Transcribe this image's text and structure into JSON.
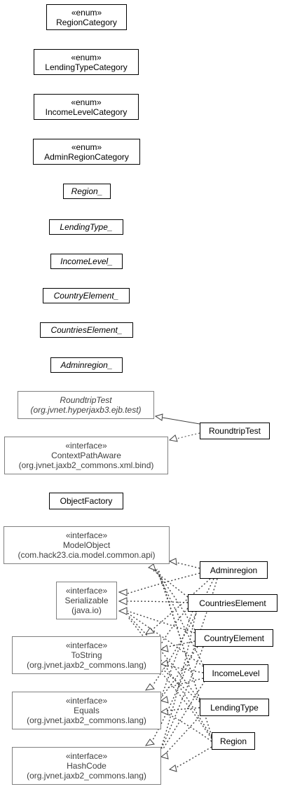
{
  "nodes": {
    "region_category": {
      "lines": [
        "«enum»",
        "RegionCategory"
      ]
    },
    "lending_type_category": {
      "lines": [
        "«enum»",
        "LendingTypeCategory"
      ]
    },
    "income_level_category": {
      "lines": [
        "«enum»",
        "IncomeLevelCategory"
      ]
    },
    "admin_region_category": {
      "lines": [
        "«enum»",
        "AdminRegionCategory"
      ]
    },
    "region_meta": {
      "lines": [
        "Region_"
      ]
    },
    "lending_type_meta": {
      "lines": [
        "LendingType_"
      ]
    },
    "income_level_meta": {
      "lines": [
        "IncomeLevel_"
      ]
    },
    "country_element_meta": {
      "lines": [
        "CountryElement_"
      ]
    },
    "countries_element_meta": {
      "lines": [
        "CountriesElement_"
      ]
    },
    "adminregion_meta": {
      "lines": [
        "Adminregion_"
      ]
    },
    "roundtrip_test_base": {
      "lines": [
        "RoundtripTest",
        "(org.jvnet.hyperjaxb3.ejb.test)"
      ]
    },
    "context_path_aware": {
      "lines": [
        "«interface»",
        "ContextPathAware",
        "(org.jvnet.jaxb2_commons.xml.bind)"
      ]
    },
    "roundtrip_test": {
      "lines": [
        "RoundtripTest"
      ]
    },
    "object_factory": {
      "lines": [
        "ObjectFactory"
      ]
    },
    "model_object": {
      "lines": [
        "«interface»",
        "ModelObject",
        "(com.hack23.cia.model.common.api)"
      ]
    },
    "serializable": {
      "lines": [
        "«interface»",
        "Serializable",
        "(java.io)"
      ]
    },
    "to_string": {
      "lines": [
        "«interface»",
        "ToString",
        "(org.jvnet.jaxb2_commons.lang)"
      ]
    },
    "equals": {
      "lines": [
        "«interface»",
        "Equals",
        "(org.jvnet.jaxb2_commons.lang)"
      ]
    },
    "hash_code": {
      "lines": [
        "«interface»",
        "HashCode",
        "(org.jvnet.jaxb2_commons.lang)"
      ]
    },
    "adminregion": {
      "lines": [
        "Adminregion"
      ]
    },
    "countries_element": {
      "lines": [
        "CountriesElement"
      ]
    },
    "country_element": {
      "lines": [
        "CountryElement"
      ]
    },
    "income_level": {
      "lines": [
        "IncomeLevel"
      ]
    },
    "lending_type": {
      "lines": [
        "LendingType"
      ]
    },
    "region": {
      "lines": [
        "Region"
      ]
    }
  },
  "colors": {
    "box_border": "#000000",
    "gray_border": "#808080",
    "gray_text": "#404040",
    "edge": "#404040"
  }
}
